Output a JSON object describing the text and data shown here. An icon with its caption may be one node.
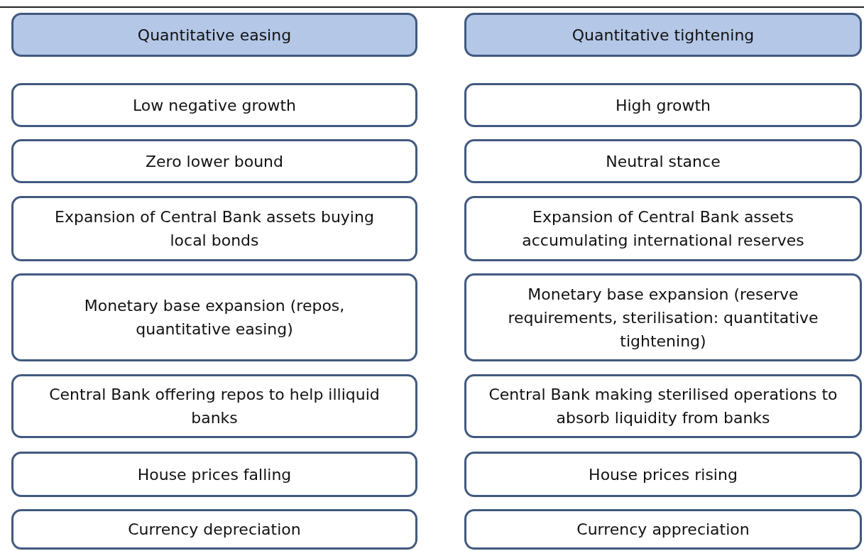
{
  "diagram": {
    "nodes": [
      {
        "text": [
          "Quantitative easing"
        ]
      },
      {
        "text": [
          "Quantitative tightening"
        ]
      },
      {
        "text": [
          "Low negative growth"
        ]
      },
      {
        "text": [
          "High growth"
        ]
      },
      {
        "text": [
          "Zero lower bound"
        ]
      },
      {
        "text": [
          "Neutral stance"
        ]
      },
      {
        "text": [
          "Expansion of Central Bank assets buying local bonds"
        ]
      },
      {
        "text": [
          "Expansion of Central Bank assets accumulating international reserves"
        ]
      },
      {
        "text": [
          "Monetary base expansion (repos, quantitative easing)"
        ]
      },
      {
        "text": [
          "Monetary base expansion (reserve requirements, sterilisation: quantitative tightening)"
        ]
      },
      {
        "text": [
          "Central Bank offering repos to help illiquid banks"
        ]
      },
      {
        "text": [
          "Central Bank making sterilised operations to absorb liquidity from banks"
        ]
      },
      {
        "text": [
          "House prices falling"
        ]
      },
      {
        "text": [
          "House prices rising"
        ]
      },
      {
        "text": [
          "Currency depreciation"
        ]
      },
      {
        "text": [
          "Currency appreciation"
        ]
      }
    ]
  }
}
